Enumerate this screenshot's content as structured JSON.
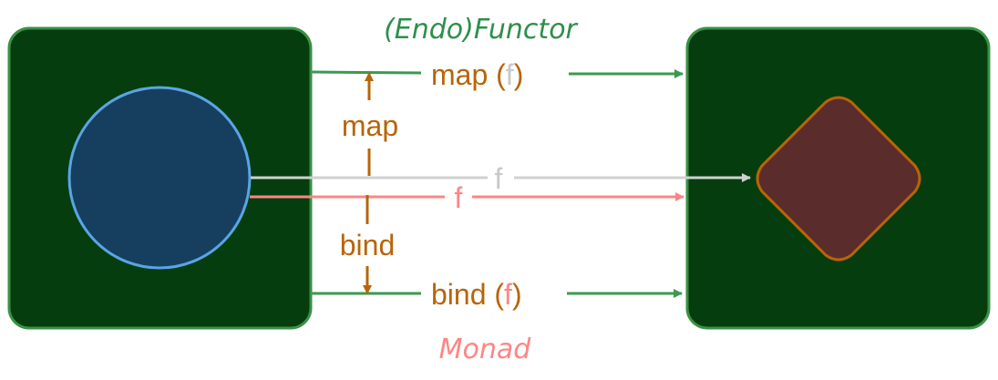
{
  "title_top": "(Endo)Functor",
  "title_bottom": "Monad",
  "labels": {
    "map_prefix": "map (",
    "map_arg": "f",
    "map_suffix": ")",
    "map_vertical": "map",
    "f_gray": "f",
    "f_red": "f",
    "bind_vertical": "bind",
    "bind_prefix": "bind (",
    "bind_arg": "f",
    "bind_suffix": ")"
  },
  "colors": {
    "box_fill": "#053d0e",
    "box_stroke": "#3a9144",
    "circle_fill": "#163f5f",
    "circle_stroke": "#5aa5e6",
    "diamond_fill": "#5b2c2c",
    "diamond_stroke": "#b86408",
    "green_arrow": "#3a9a50",
    "orange_arrow": "#b86408",
    "gray_arrow": "#d0d0d0",
    "red_arrow": "#ff8585",
    "functor_title": "#2d8f4a",
    "monad_title": "#ff8585"
  }
}
